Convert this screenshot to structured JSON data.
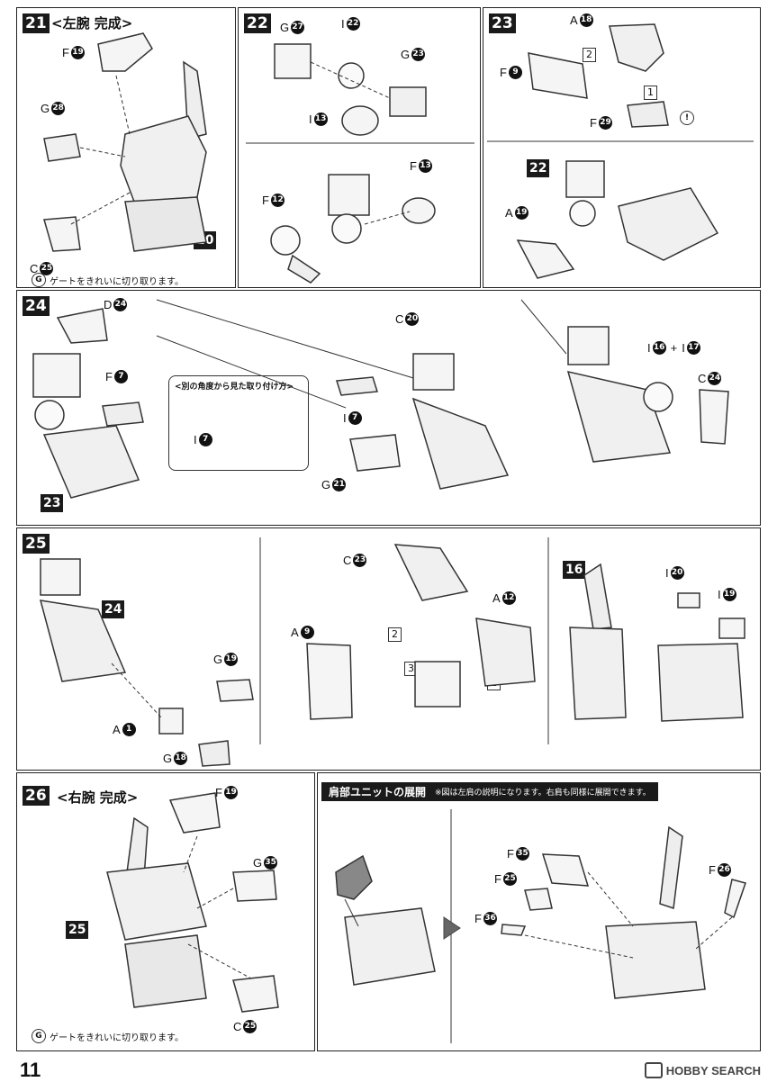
{
  "page_number": "11",
  "watermark": "HOBBY SEARCH",
  "step21": {
    "no": "21",
    "title": "<左腕 完成>",
    "labels": {
      "f19": "F",
      "g28": "G",
      "c25": "C"
    },
    "nums": {
      "f19": "19",
      "g28": "28",
      "c25": "25"
    },
    "ref": "20",
    "note": "ゲートをきれいに切り取ります。"
  },
  "step22": {
    "no": "22",
    "labels": {
      "g27": "G",
      "i22": "I",
      "g23": "G",
      "i13": "I",
      "f13": "F",
      "f12": "F"
    },
    "nums": {
      "g27": "27",
      "i22": "22",
      "g23": "23",
      "i13": "13",
      "f13": "13",
      "f12": "12"
    }
  },
  "step23": {
    "no": "23",
    "labels": {
      "a18": "A",
      "f9": "F",
      "f29": "F",
      "a19": "A"
    },
    "nums": {
      "a18": "18",
      "f9": "9",
      "f29": "29",
      "a19": "19"
    },
    "ref": "22",
    "order": [
      "2",
      "1"
    ],
    "caution": "!"
  },
  "step24": {
    "no": "24",
    "labels": {
      "d24": "D",
      "f7": "F",
      "c20": "C",
      "i7a": "I",
      "i7b": "I",
      "g21": "G",
      "i16": "I",
      "i17": "I",
      "c24": "C"
    },
    "nums": {
      "d24": "24",
      "f7": "7",
      "c20": "20",
      "i7a": "7",
      "i7b": "7",
      "g21": "21",
      "i16": "16",
      "i17": "17",
      "c24": "24"
    },
    "plus": "+",
    "ref": "23",
    "detail_title": "<別の角度から見た取り付け方>"
  },
  "step25": {
    "no": "25",
    "labels": {
      "g19": "G",
      "a1": "A",
      "g18": "G",
      "c23": "C",
      "a12": "A",
      "a9": "A",
      "i20": "I",
      "i19": "I"
    },
    "nums": {
      "g19": "19",
      "a1": "1",
      "g18": "18",
      "c23": "23",
      "a12": "12",
      "a9": "9",
      "i20": "20",
      "i19": "19"
    },
    "ref24": "24",
    "ref16": "16",
    "order": [
      "2",
      "3",
      "1"
    ]
  },
  "step26": {
    "no": "26",
    "title": "<右腕 完成>",
    "labels": {
      "f19": "F",
      "g35": "G",
      "c25": "C"
    },
    "nums": {
      "f19": "19",
      "g35": "35",
      "c25": "25"
    },
    "ref": "25",
    "note": "ゲートをきれいに切り取ります。"
  },
  "shoulder": {
    "title": "肩部ユニットの展開",
    "sub": "※図は左肩の説明になります。右肩も同様に展開できます。",
    "labels": {
      "f35": "F",
      "f25": "F",
      "f36": "F",
      "f26": "F"
    },
    "nums": {
      "f35": "35",
      "f25": "25",
      "f36": "36",
      "f26": "26"
    }
  }
}
